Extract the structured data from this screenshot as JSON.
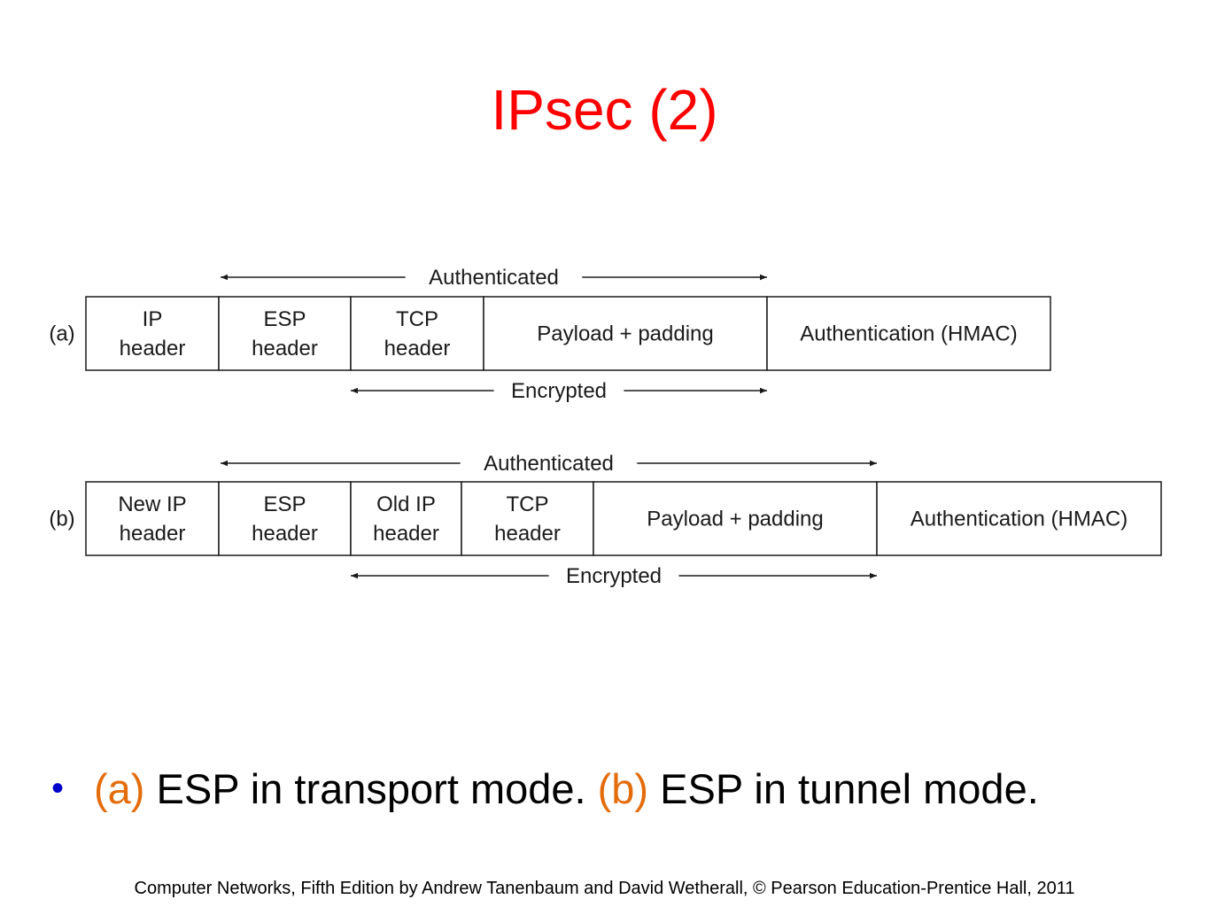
{
  "title": "IPsec (2)",
  "colors": {
    "title": "#ff0000",
    "accent": "#e46c0a",
    "bullet": "#0000cc",
    "text": "#000000"
  },
  "diagrams": [
    {
      "label": "(a)",
      "authenticated_label": "Authenticated",
      "encrypted_label": "Encrypted",
      "fields": [
        "IP\nheader",
        "ESP\nheader",
        "TCP\nheader",
        "Payload + padding",
        "Authentication (HMAC)"
      ]
    },
    {
      "label": "(b)",
      "authenticated_label": "Authenticated",
      "encrypted_label": "Encrypted",
      "fields": [
        "New IP\nheader",
        "ESP\nheader",
        "Old IP\nheader",
        "TCP\nheader",
        "Payload + padding",
        "Authentication (HMAC)"
      ]
    }
  ],
  "caption": {
    "bullet": "•",
    "part_a_tag": "(a)",
    "part_a_text": " ESP in transport mode. ",
    "part_b_tag": "(b)",
    "part_b_text": " ESP in tunnel mode."
  },
  "footer": "Computer Networks, Fifth Edition by Andrew Tanenbaum and David Wetherall, © Pearson Education-Prentice Hall, 2011"
}
